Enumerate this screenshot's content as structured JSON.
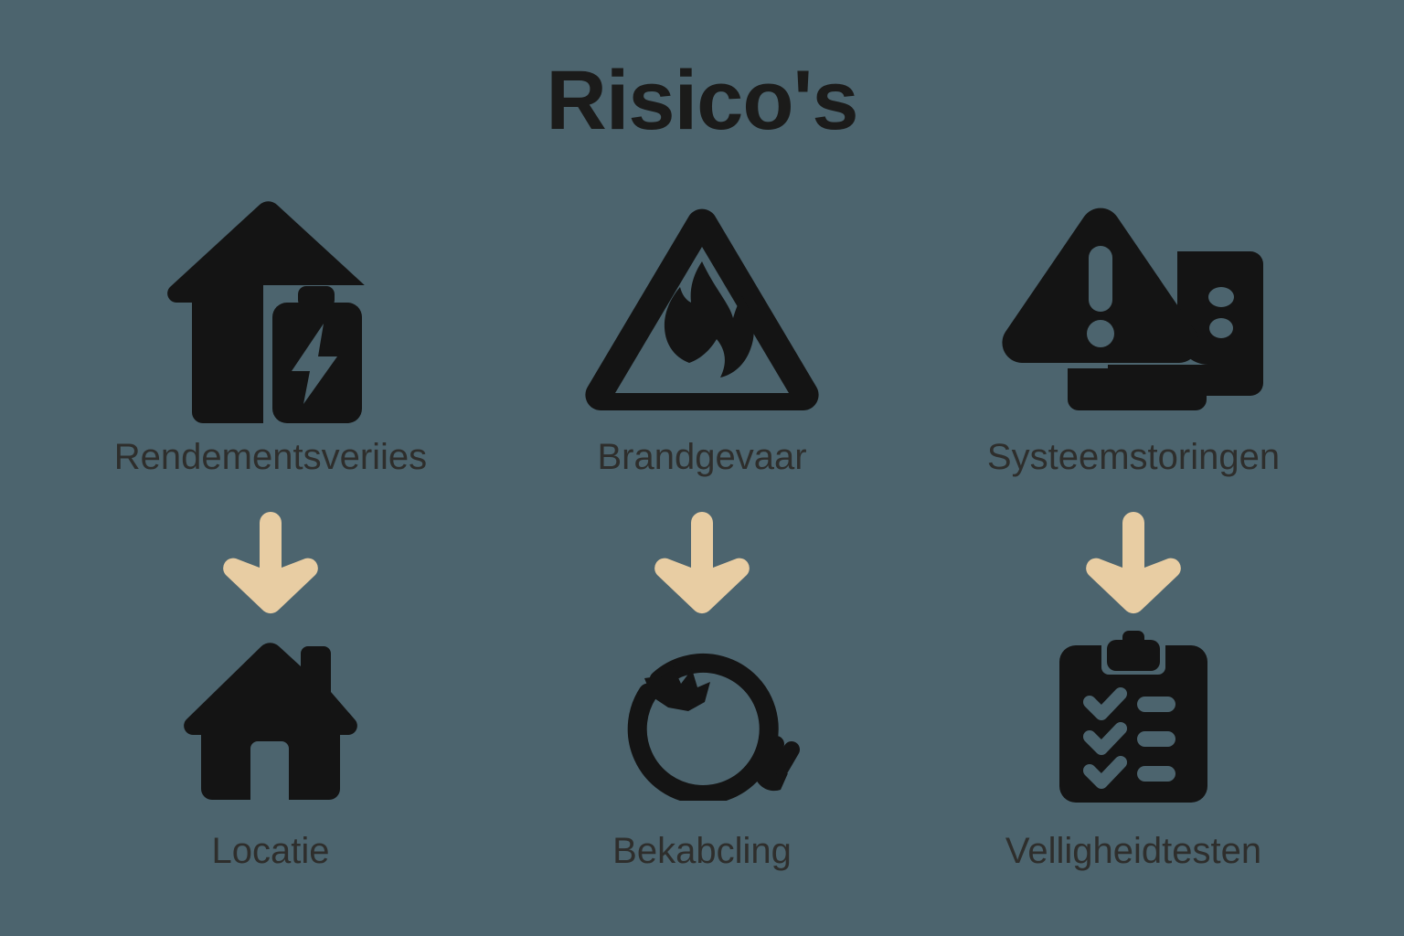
{
  "poster": {
    "title": "Risico's",
    "background_color": "#4c646e",
    "icon_color": "#141414",
    "label_color": "#2e2e2c",
    "arrow_color": "#e8cda3",
    "title_color": "#1b1b1a"
  },
  "columns": [
    {
      "risk": {
        "label": "Rendementsveriies",
        "icon": "house-battery-icon"
      },
      "arrow": {
        "icon": "arrow-down-icon"
      },
      "mitigation": {
        "label": "Locatie",
        "icon": "house-icon"
      }
    },
    {
      "risk": {
        "label": "Brandgevaar",
        "icon": "fire-hazard-triangle-icon"
      },
      "arrow": {
        "icon": "arrow-down-icon"
      },
      "mitigation": {
        "label": "Bekabcling",
        "icon": "frayed-cable-icon"
      }
    },
    {
      "risk": {
        "label": "Systeemstoringen",
        "icon": "warning-server-icon"
      },
      "arrow": {
        "icon": "arrow-down-icon"
      },
      "mitigation": {
        "label": "Velligheidtesten",
        "icon": "clipboard-checklist-icon"
      }
    }
  ]
}
